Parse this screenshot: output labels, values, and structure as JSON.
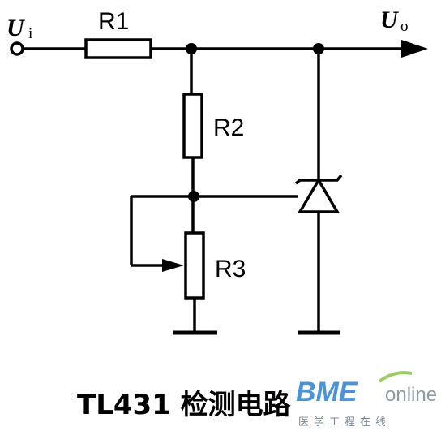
{
  "labels": {
    "input_main": "U",
    "input_sub": "i",
    "output_main": "U",
    "output_sub": "o",
    "r1": "R1",
    "r2": "R2",
    "r3": "R3"
  },
  "caption": "TL431 检测电路",
  "watermark": {
    "brand": "BME",
    "suffix": "online",
    "tagline": "医学工程在线",
    "accent": "#2d7fd0"
  },
  "colors": {
    "ink": "#000000",
    "background": "#ffffff"
  }
}
